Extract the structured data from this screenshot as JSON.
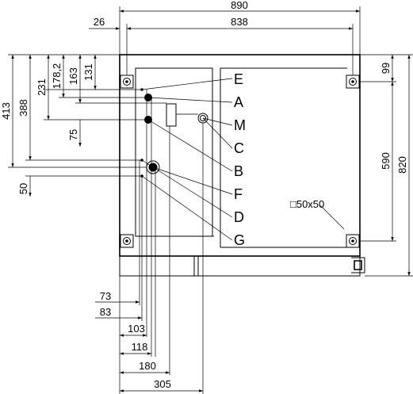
{
  "dimensions": {
    "top": {
      "overall": "890",
      "inner": "838",
      "offset": "26"
    },
    "left": [
      "413",
      "388",
      "231",
      "178,2",
      "163",
      "131",
      "75",
      "50"
    ],
    "right": {
      "total": "820",
      "mid": "590",
      "top": "99"
    },
    "bottom": [
      "73",
      "83",
      "103",
      "118",
      "180",
      "305"
    ]
  },
  "connection_labels": [
    "E",
    "A",
    "M",
    "C",
    "B",
    "F",
    "D",
    "G"
  ],
  "square_note": "□50x50",
  "colors": {
    "line": "#000000",
    "background": "#ffffff"
  }
}
